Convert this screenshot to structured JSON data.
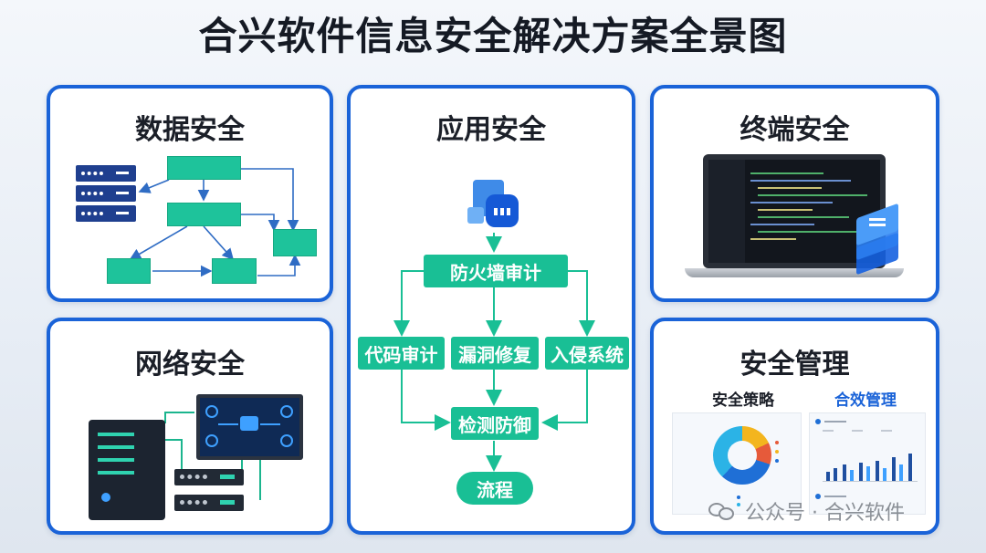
{
  "title": "合兴软件信息安全解决方案全景图",
  "cards": {
    "data_security": {
      "title": "数据安全"
    },
    "app_security": {
      "title": "应用安全",
      "nodes": {
        "firewall": "防火墙审计",
        "code_audit": "代码审计",
        "vuln_fix": "漏洞修复",
        "intrusion": "入侵系统",
        "detect": "检测防御",
        "process": "流程"
      }
    },
    "endpoint_security": {
      "title": "终端安全"
    },
    "network_security": {
      "title": "网络安全"
    },
    "security_mgmt": {
      "title": "安全管理",
      "left_label": "安全策略",
      "right_label": "合效管理"
    }
  },
  "watermark": {
    "text": "公众号 · 合兴软件"
  },
  "colors": {
    "card_border": "#1a63d8",
    "node_green": "#19bf95",
    "arrow": "#2f7bd0"
  }
}
